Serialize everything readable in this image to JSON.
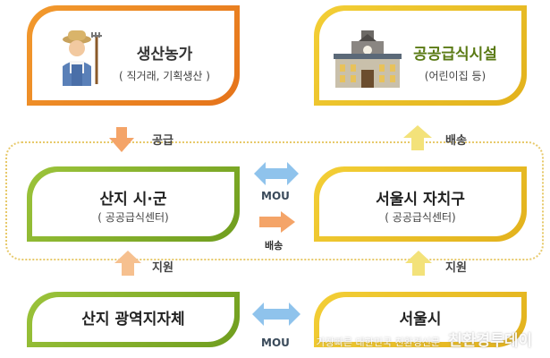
{
  "boxes": {
    "producer": {
      "title": "생산농가",
      "subtitle": "( 직거래, 기획생산 )"
    },
    "school_meal": {
      "title": "공공급식시설",
      "subtitle": "(어린이집 등)"
    },
    "origin_city": {
      "title": "산지 시·군",
      "subtitle": "( 공공급식센터)"
    },
    "seoul_district": {
      "title": "서울시 자치구",
      "subtitle": "( 공공급식센터)"
    },
    "origin_region": {
      "title": "산지 광역지자체"
    },
    "seoul": {
      "title": "서울시"
    }
  },
  "labels": {
    "supply": "공급",
    "delivery_top": "배송",
    "mou_middle": "MOU",
    "delivery_middle": "배송",
    "support_left": "지원",
    "support_right": "지원",
    "mou_bottom": "MOU"
  },
  "watermark": {
    "small": "가장빠른 대한민국 친환경신문",
    "brand": "친환경투데이"
  },
  "icons": {
    "farmer": "farmer-icon",
    "building": "school-building-icon"
  },
  "colors": {
    "orange": "#e5731a",
    "gold": "#e2b11c",
    "green": "#7fab23",
    "arrow_orange": "#f4a468",
    "arrow_yellow": "#f3e27a",
    "arrow_blue": "#8fc3ec"
  }
}
